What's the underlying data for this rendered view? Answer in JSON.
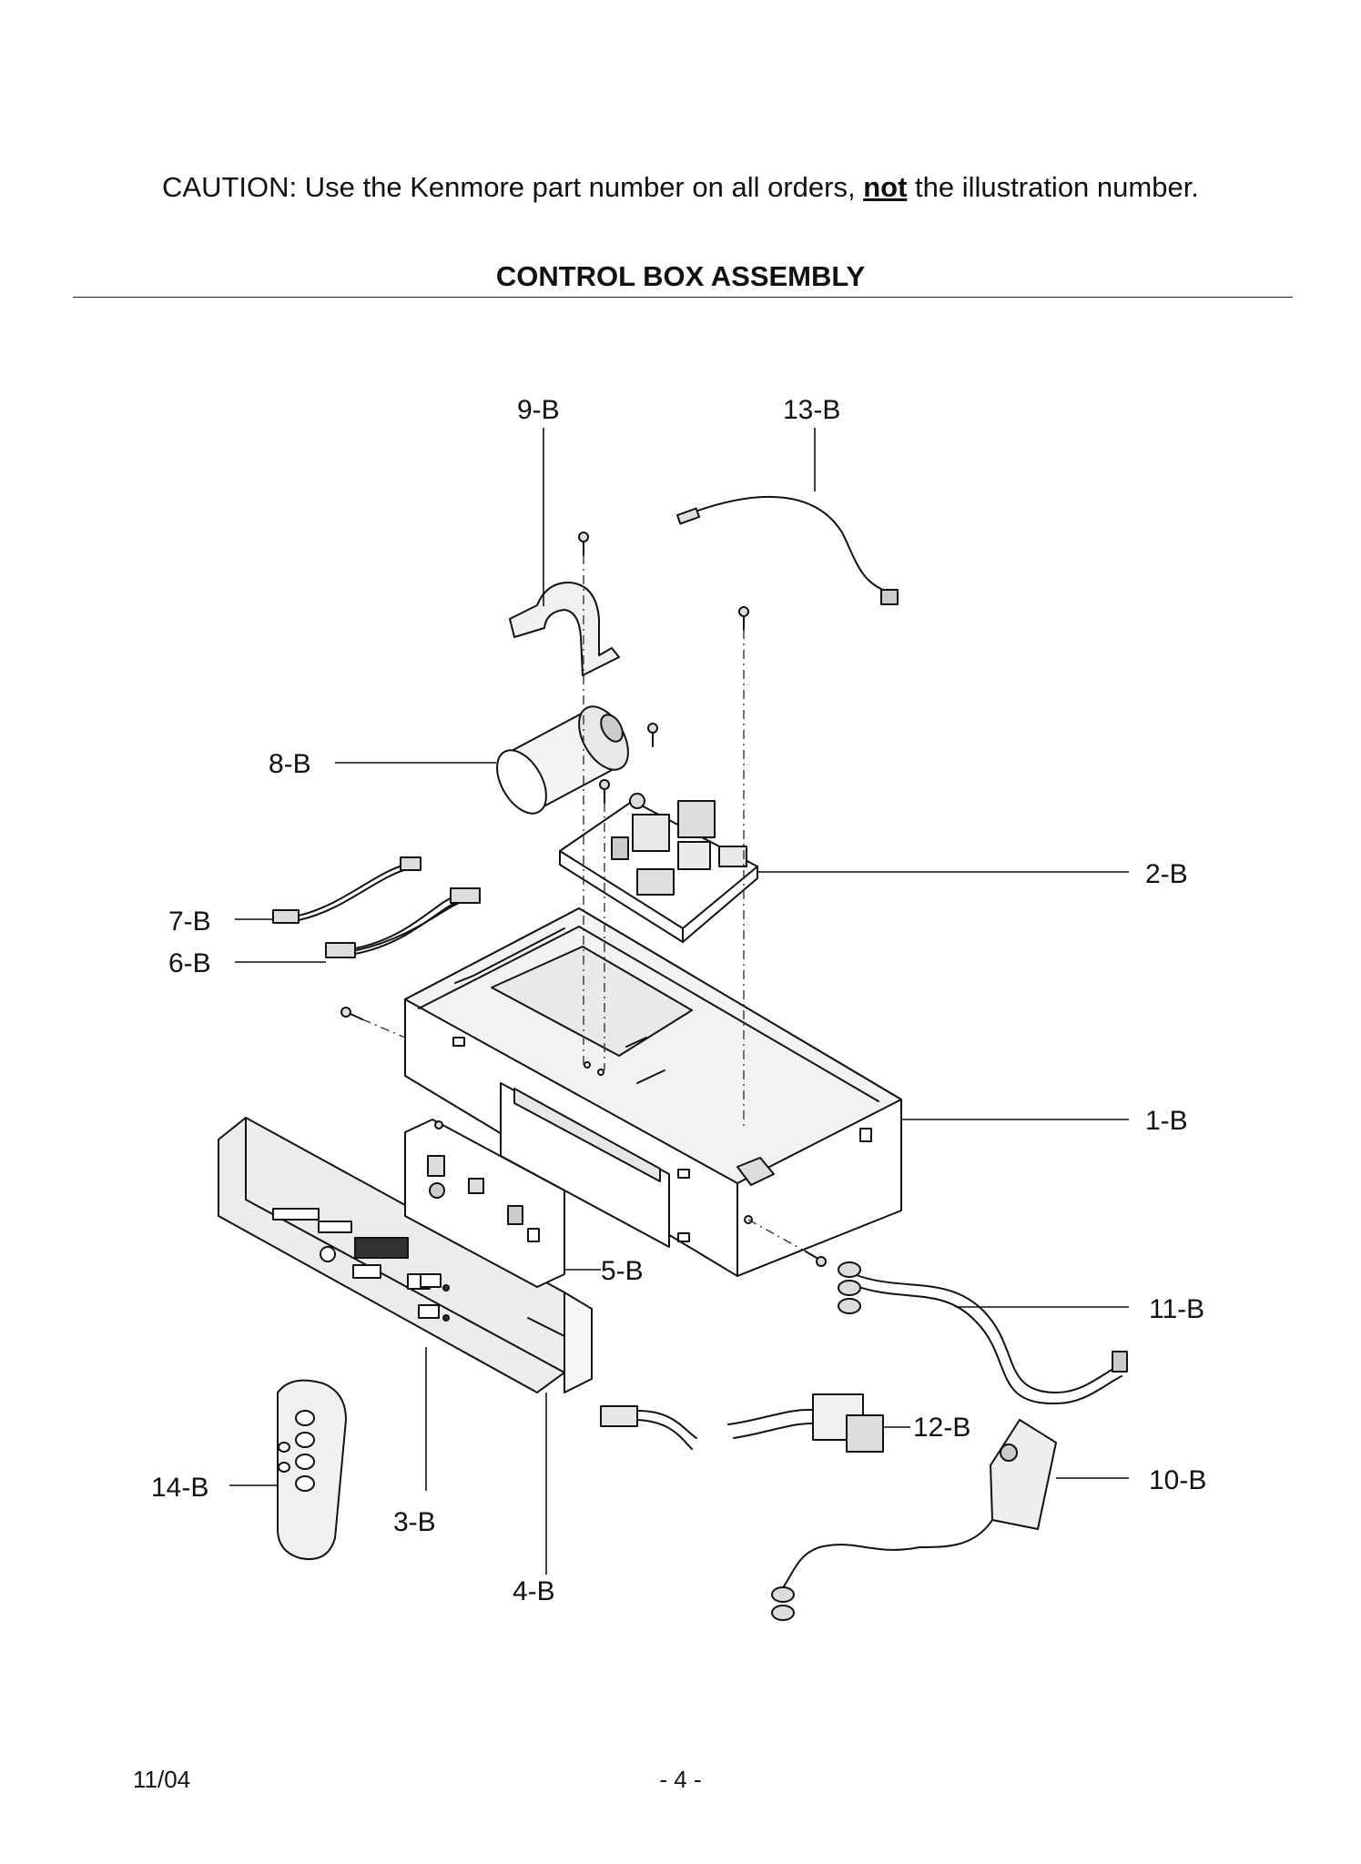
{
  "caution": {
    "prefix": "CAUTION: Use the Kenmore part number on all orders,",
    "emphasis": "not",
    "suffix": "the illustration number."
  },
  "section_title": "CONTROL BOX ASSEMBLY",
  "callouts": {
    "p1": "1-B",
    "p2": "2-B",
    "p3": "3-B",
    "p4": "4-B",
    "p5": "5-B",
    "p6": "6-B",
    "p7": "7-B",
    "p8": "8-B",
    "p9": "9-B",
    "p10": "10-B",
    "p11": "11-B",
    "p12": "12-B",
    "p13": "13-B",
    "p14": "14-B"
  },
  "footer": {
    "date": "11/04",
    "page": "- 4 -"
  }
}
